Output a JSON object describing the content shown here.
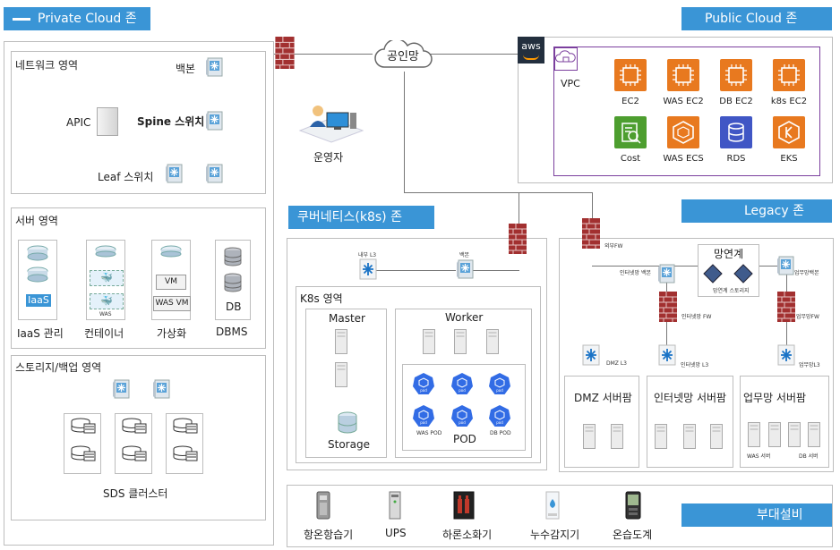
{
  "zones": {
    "private_cloud": "Private Cloud 존",
    "public_cloud": "Public Cloud 존",
    "kubernetes": "쿠버네티스(k8s) 존",
    "legacy": "Legacy 존",
    "facilities": "부대설비"
  },
  "private": {
    "network_area": "네트워크 영역",
    "backbone": "백본",
    "apic": "APIC",
    "spine": "Spine 스위치",
    "leaf": "Leaf 스위치",
    "server_area": "서버 영역",
    "iaas_badge": "IaaS",
    "was_small": "WAS",
    "vm": "VM",
    "was_vm": "WAS VM",
    "db": "DB",
    "iaas_mgmt": "IaaS 관리",
    "container": "컨테이너",
    "virtualization": "가상화",
    "dbms": "DBMS",
    "storage_area": "스토리지/백업 영역",
    "sds_cluster": "SDS 클러스터"
  },
  "center": {
    "public_net": "공인망",
    "operator": "운영자"
  },
  "public": {
    "aws": "aws",
    "vpc": "VPC",
    "services": [
      {
        "label": "EC2",
        "color": "orange",
        "icon": "ec2-icon"
      },
      {
        "label": "WAS EC2",
        "color": "orange",
        "icon": "ec2-icon"
      },
      {
        "label": "DB EC2",
        "color": "orange",
        "icon": "ec2-icon"
      },
      {
        "label": "k8s EC2",
        "color": "orange",
        "icon": "ec2-icon"
      },
      {
        "label": "Cost",
        "color": "green",
        "icon": "cost-icon"
      },
      {
        "label": "WAS ECS",
        "color": "orange",
        "icon": "ecs-icon"
      },
      {
        "label": "RDS",
        "color": "blue",
        "icon": "rds-icon"
      },
      {
        "label": "EKS",
        "color": "orange",
        "icon": "eks-icon"
      }
    ]
  },
  "k8s": {
    "internal_l3": "내부 L3",
    "backbone": "백본",
    "area": "K8s 영역",
    "master": "Master",
    "worker": "Worker",
    "storage": "Storage",
    "pod": "POD",
    "pod_small": "pod",
    "was_pod": "WAS POD",
    "db_pod": "DB POD"
  },
  "legacy": {
    "external_fw": "외부FW",
    "internet_backbone": "인터넷망 백본",
    "network_link": "망연계",
    "link_storage": "망연계 스토리지",
    "business_backbone": "업무망백본",
    "internet_fw": "인터넷망 FW",
    "business_fw": "업무망FW",
    "dmz_l3": "DMZ L3",
    "internet_l3": "인터넷망 L3",
    "business_l3": "업무망L3",
    "dmz_farm": "DMZ  서버팜",
    "internet_farm": "인터넷망 서버팜",
    "business_farm": "업무망 서버팜",
    "was_server": "WAS 서버",
    "db_server": "DB 서버"
  },
  "facilities": {
    "items": [
      "항온항습기",
      "UPS",
      "하론소화기",
      "누수감지기",
      "온습도계"
    ]
  },
  "colors": {
    "accent": "#3a95d6",
    "aws_orange": "#e8791f",
    "aws_green": "#4d9e2f",
    "aws_blue": "#4056c5",
    "vpc_border": "#7b3f9e",
    "firewall": "#b03030"
  }
}
